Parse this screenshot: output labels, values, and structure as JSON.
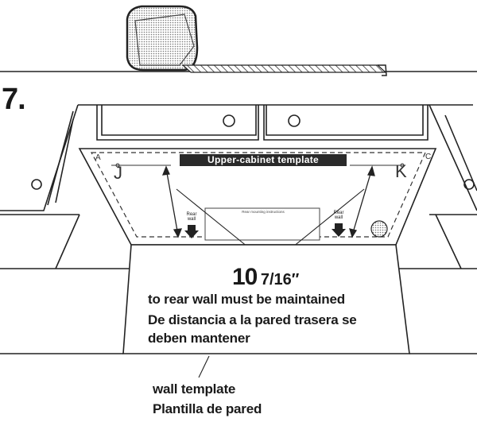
{
  "step_number": "7.",
  "template_banner": "Upper-cabinet template",
  "points": {
    "j": "J",
    "k": "K",
    "a": "A",
    "c": "C"
  },
  "rear_wall_label_left": "Rear wall",
  "rear_wall_label_right": "Rear wall",
  "template_note": "Rear mounting instructions",
  "measurement": {
    "whole": "10",
    "fraction": "7/16″"
  },
  "caption_en": "to rear wall must be maintained",
  "caption_es_line1": "De distancia a la pared trasera se",
  "caption_es_line2": "deben mantener",
  "wall_template_en": "wall template",
  "wall_template_es": "Plantilla de pared",
  "icons": [
    "tape-measure-icon",
    "down-arrow-icon",
    "knob-icon",
    "hole-icon"
  ]
}
